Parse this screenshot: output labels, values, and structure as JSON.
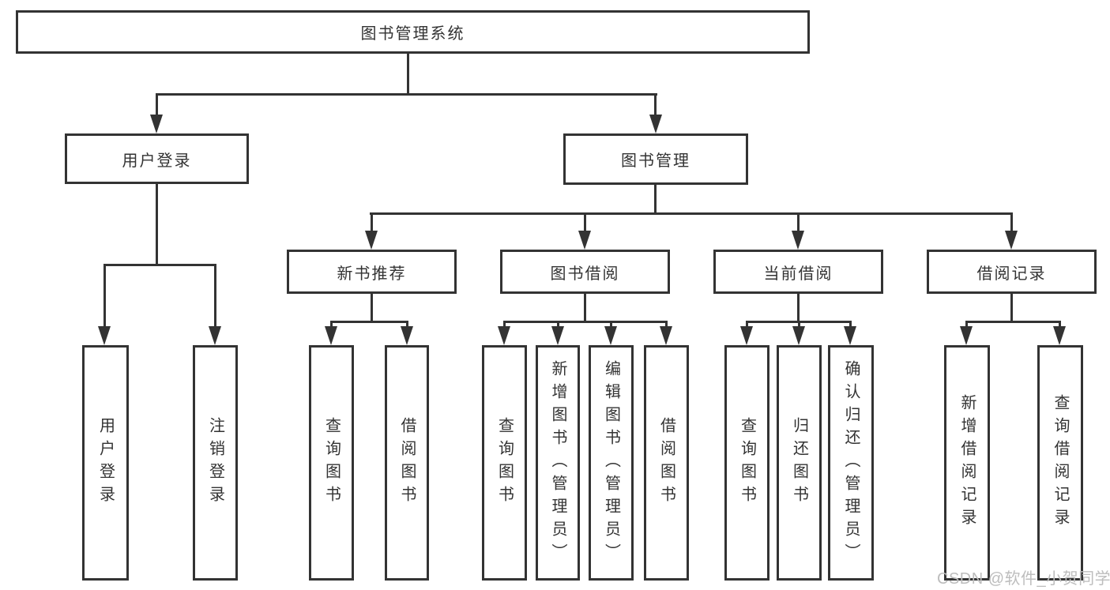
{
  "diagram": {
    "root": {
      "label": "图书管理系统"
    },
    "branches": [
      {
        "label": "用户登录",
        "children": [
          {
            "label": "用户登录"
          },
          {
            "label": "注销登录"
          }
        ]
      },
      {
        "label": "图书管理",
        "sections": [
          {
            "label": "新书推荐",
            "children": [
              {
                "label": "查询图书"
              },
              {
                "label": "借阅图书"
              }
            ]
          },
          {
            "label": "图书借阅",
            "children": [
              {
                "label": "查询图书"
              },
              {
                "label": "新增图书（管理员）"
              },
              {
                "label": "编辑图书（管理员）"
              },
              {
                "label": "借阅图书"
              }
            ]
          },
          {
            "label": "当前借阅",
            "children": [
              {
                "label": "查询图书"
              },
              {
                "label": "归还图书"
              },
              {
                "label": "确认归还（管理员）"
              }
            ]
          },
          {
            "label": "借阅记录",
            "children": [
              {
                "label": "新增借阅记录"
              },
              {
                "label": "查询借阅记录"
              }
            ]
          }
        ]
      }
    ]
  },
  "watermark": {
    "text": "CSDN @软件_小贺同学"
  },
  "colors": {
    "line": "#333333",
    "text": "#333333",
    "watermark": "#bdbdbd",
    "background": "#ffffff"
  }
}
